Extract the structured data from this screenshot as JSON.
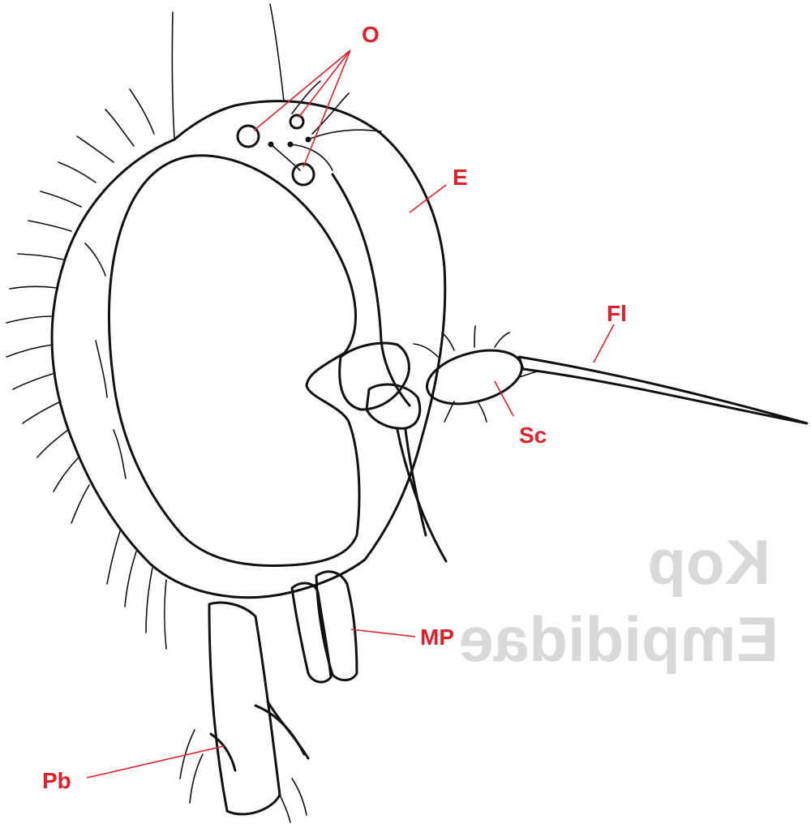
{
  "labels": {
    "ocelli": "O",
    "eye": "E",
    "flagellum": "Fl",
    "scape": "Sc",
    "maxillary_palp": "MP",
    "proboscis": "Pb"
  },
  "watermark": {
    "line1": "Kop",
    "line2": "Empididae"
  },
  "colors": {
    "label": "#e0202a",
    "ink": "#111111",
    "watermark": "#d9d9d9"
  }
}
